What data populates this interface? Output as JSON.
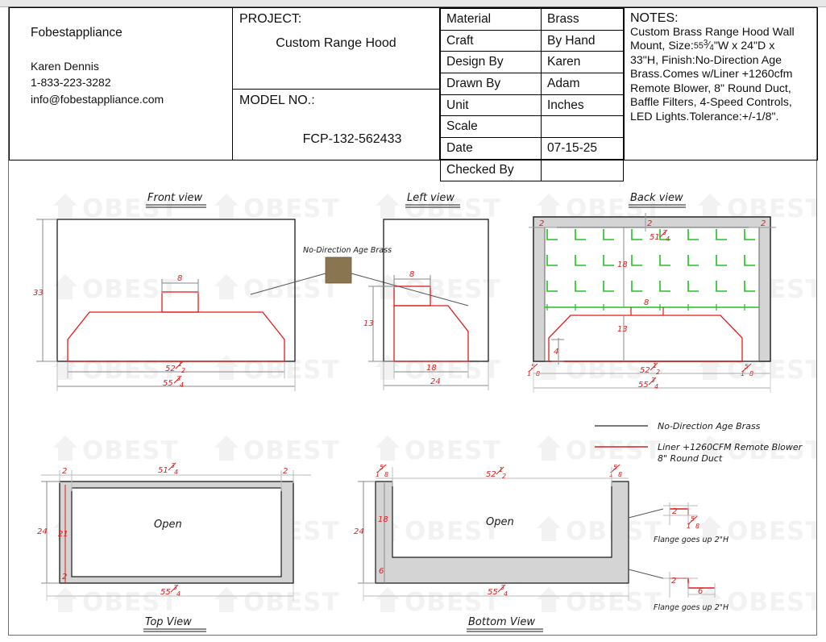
{
  "title_block": {
    "company": {
      "name": "Fobestappliance",
      "contact_name": "Karen Dennis",
      "phone": "1-833-223-3282",
      "email": "info@fobestappliance.com"
    },
    "project": {
      "label": "PROJECT:",
      "value": "Custom Range Hood"
    },
    "model": {
      "label": "MODEL NO.:",
      "value": "FCP-132-562433"
    },
    "spec_rows": [
      {
        "key": "Material",
        "value": "Brass"
      },
      {
        "key": "Craft",
        "value": "By Hand"
      },
      {
        "key": "Design By",
        "value": "Karen"
      },
      {
        "key": "Drawn By",
        "value": "Adam"
      },
      {
        "key": "Unit",
        "value": "Inches"
      },
      {
        "key": "Scale",
        "value": ""
      },
      {
        "key": "Date",
        "value": "07-15-25"
      },
      {
        "key": "Checked By",
        "value": ""
      }
    ],
    "notes": {
      "title": "NOTES:",
      "line1": "Custom Brass Range Hood Wall",
      "line2_pre": "Mount, Size:",
      "line2_whole": "55",
      "line2_num": "3",
      "line2_den": "4",
      "line2_post": "\"W x 24\"D x",
      "line3": "33\"H, Finish:No-Direction Age",
      "line4": "Brass.Comes w/Liner +1260cfm",
      "line5": "Remote Blower, 8\" Round Duct,",
      "line6": "Baffle Filters, 4-Speed Controls,",
      "line7": "LED Lights.Tolerance:+/-1/8\"."
    }
  },
  "watermark": {
    "text": "OBEST"
  },
  "views": {
    "front": {
      "title": "Front view",
      "height": "33",
      "duct_width": "8",
      "hood_width_whole": "52",
      "hood_width_num": "1",
      "hood_width_den": "2",
      "overall_width_whole": "55",
      "overall_width_num": "3",
      "overall_width_den": "4"
    },
    "left": {
      "title": "Left view",
      "duct_width": "8",
      "hood_height": "13",
      "depth_inner": "18",
      "depth_overall": "24",
      "material_callout": "No-Direction Age Brass"
    },
    "back": {
      "title": "Back view",
      "flange_left": "2",
      "flange_mid": "2",
      "flange_right": "2",
      "inner_width_whole": "51",
      "inner_width_num": "3",
      "inner_width_den": "4",
      "panel_height": "18",
      "duct_width": "8",
      "hood_height": "13",
      "bottom_step": "4",
      "edge_left_num": "5",
      "edge_left_den": "8",
      "edge_left_whole": "1",
      "edge_right_num": "5",
      "edge_right_den": "8",
      "edge_right_whole": "1",
      "hood_width_whole": "52",
      "hood_width_num": "1",
      "hood_width_den": "2",
      "overall_width_whole": "55",
      "overall_width_num": "3",
      "overall_width_den": "4"
    },
    "top": {
      "title": "Top View",
      "flange_left": "2",
      "flange_right": "2",
      "flange_bottom": "2",
      "inner_width_whole": "51",
      "inner_width_num": "3",
      "inner_width_den": "4",
      "depth_overall": "24",
      "depth_inner": "21",
      "overall_width_whole": "55",
      "overall_width_num": "3",
      "overall_width_den": "4"
    },
    "bottom": {
      "title": "Bottom View",
      "edge_left_num": "5",
      "edge_left_den": "8",
      "edge_left_whole": "1",
      "edge_right_num": "5",
      "edge_right_den": "8",
      "edge_right_whole": "1",
      "inner_width_whole": "52",
      "inner_width_num": "1",
      "inner_width_den": "2",
      "depth_overall": "24",
      "depth_inner": "18",
      "bottom_band": "6",
      "overall_width_whole": "55",
      "overall_width_num": "3",
      "overall_width_den": "4",
      "open_label": "Open"
    },
    "open_label": "Open"
  },
  "legend": {
    "item1": {
      "label": "No-Direction Age Brass",
      "color": "#4d4d4d"
    },
    "item2": {
      "label_line1": "Liner +1260CFM Remote Blower",
      "label_line2": "8\" Round Duct",
      "color": "#d32020"
    }
  },
  "details": {
    "flange_top": {
      "caption": "Flange goes up 2\"H",
      "dim_h": "2",
      "dim_w_num": "5",
      "dim_w_den": "8",
      "dim_w_whole": "1"
    },
    "flange_bottom": {
      "caption": "Flange goes up 2\"H",
      "dim_h": "2",
      "dim_w": "6"
    }
  },
  "colors": {
    "red": "#e01b1b",
    "green": "#22c022",
    "brass_swatch": "#8a7551",
    "line_gray": "#808080",
    "fill_gray": "#d4d4d4"
  }
}
